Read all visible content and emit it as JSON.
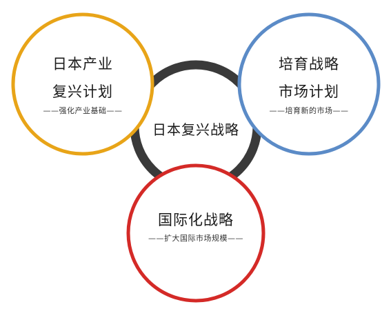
{
  "center": {
    "title": "日本复兴战略",
    "ring_color": "#3a3a3a"
  },
  "circles": {
    "industry": {
      "line1": "日本产业",
      "line2": "复兴计划",
      "subtitle": "——强化产业基础——",
      "ring_color": "#e8a418"
    },
    "market": {
      "line1": "培育战略",
      "line2": "市场计划",
      "subtitle": "——培育新的市场——",
      "ring_color": "#5b8bc7"
    },
    "global": {
      "line1": "国际化战略",
      "subtitle": "——扩大国际市场规模——",
      "ring_color": "#d42a27"
    }
  }
}
